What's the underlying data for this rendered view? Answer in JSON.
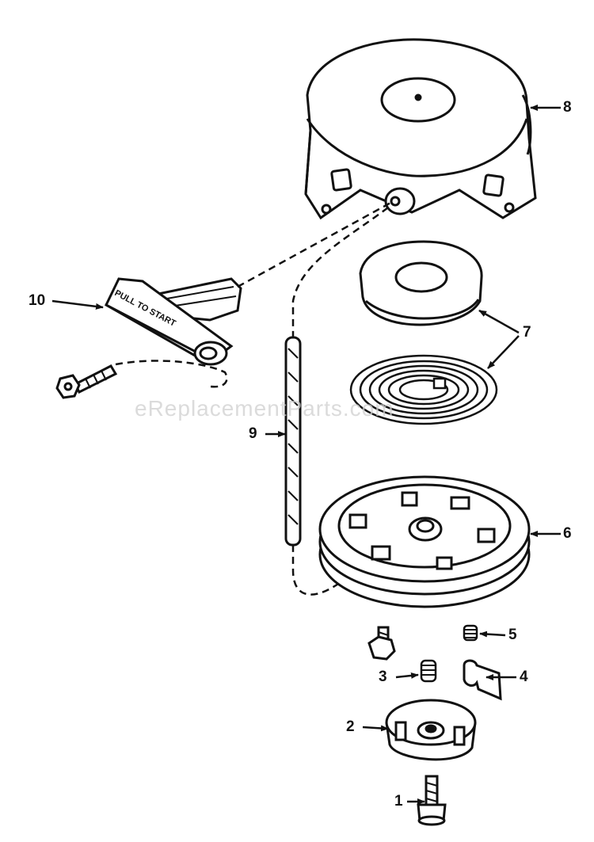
{
  "diagram": {
    "watermark": "eReplacementParts.com",
    "handle_text": "PULL TO START",
    "callouts": [
      "10",
      "9",
      "8",
      "7",
      "6",
      "5",
      "4",
      "3",
      "2",
      "1"
    ]
  },
  "colors": {
    "ink": "#111111",
    "watermark": "#cfcfcf",
    "background": "#ffffff"
  }
}
